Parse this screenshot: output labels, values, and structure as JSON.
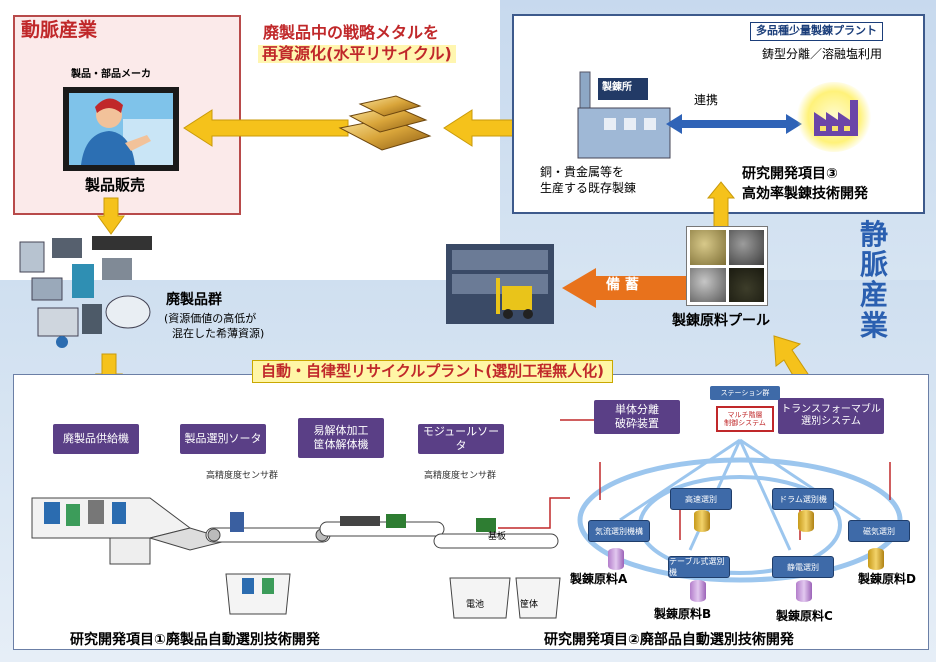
{
  "arterial": {
    "title": "動脈産業",
    "maker_label": "製品・部品メーカ",
    "sales_label": "製品販売"
  },
  "recycle_label": {
    "line1": "廃製品中の戦略メタルを",
    "line2": "再資源化(水平リサイクル)"
  },
  "plant": {
    "title": "多品種少量製錬プラント",
    "subtitle": "鋳型分離／溶融塩利用",
    "smelter_sign": "製錬所",
    "link_label": "連携",
    "existing_line1": "銅・貴金属等を",
    "existing_line2": "生産する既存製錬",
    "item3_line1": "研究開発項目③",
    "item3_line2": "高効率製錬技術開発"
  },
  "venous": {
    "chars": [
      "静",
      "脈",
      "産",
      "業"
    ]
  },
  "stockpile_label": "備 蓄",
  "pool_label": "製錬原料プール",
  "waste": {
    "title": "廃製品群",
    "note1": "(資源価値の高低が",
    "note2": "混在した希薄資源)"
  },
  "banner": "自動・自律型リサイクルプラント(選別工程無人化)",
  "line1": {
    "boxes": [
      "廃製品供給機",
      "製品選別ソータ",
      "易解体加工\n筐体解体機",
      "モジュールソータ"
    ],
    "sensors": [
      "高精度度センサ群",
      "高精度度センサ群"
    ],
    "board_label": "基板",
    "bins": [
      "電池",
      "筐体"
    ]
  },
  "line2": {
    "separator": "単体分離\n破砕装置",
    "transformable": "トランスフォーマブル\n選別システム",
    "center_top": "ステーション群",
    "center_main": "マルチ階層\n制御システム",
    "nodes": [
      "高速選別",
      "ドラム選別機",
      "気流選別機構",
      "磁気選別",
      "テーブル式選別機",
      "静電選別"
    ],
    "materials": [
      "製錬原料A",
      "製錬原料B",
      "製錬原料C",
      "製錬原料D"
    ]
  },
  "footer": {
    "item1": "研究開発項目①廃製品自動選別技術開発",
    "item2": "研究開発項目②廃部品自動選別技術開発"
  },
  "colors": {
    "arrow_yellow": "#f5c21b",
    "arrow_orange": "#e8721c",
    "purple": "#5a3f86",
    "link_blue": "#2f63b7"
  }
}
